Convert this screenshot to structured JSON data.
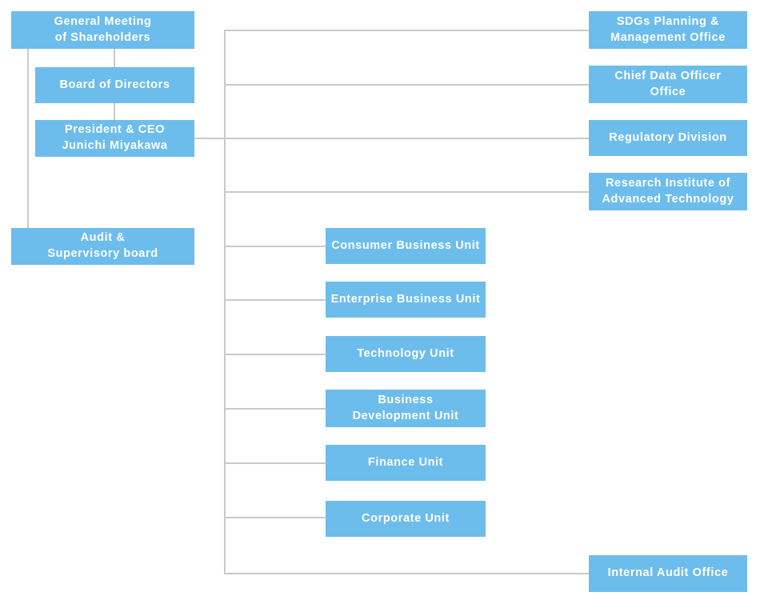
{
  "diagram": {
    "title": "Organization Chart",
    "colors": {
      "node_fill": "#6dbdec",
      "node_text": "#ffffff",
      "connector": "#c9c9c9",
      "background": "#ffffff"
    }
  },
  "nodes": {
    "general_meeting": {
      "label": "General Meeting\nof Shareholders"
    },
    "board_of_directors": {
      "label": "Board of Directors"
    },
    "president_ceo": {
      "label": "President & CEO\nJunichi Miyakawa"
    },
    "audit_supervisory_board": {
      "label": "Audit &\nSupervisory board"
    },
    "sdgs_office": {
      "label": "SDGs Planning &\nManagement Office"
    },
    "chief_data_officer_office": {
      "label": "Chief Data Officer\nOffice"
    },
    "regulatory_division": {
      "label": "Regulatory Division"
    },
    "research_institute": {
      "label": "Research Institute of\nAdvanced Technology"
    },
    "consumer_business_unit": {
      "label": "Consumer Business Unit"
    },
    "enterprise_business_unit": {
      "label": "Enterprise Business Unit"
    },
    "technology_unit": {
      "label": "Technology Unit"
    },
    "business_development_unit": {
      "label": "Business\nDevelopment Unit"
    },
    "finance_unit": {
      "label": "Finance Unit"
    },
    "corporate_unit": {
      "label": "Corporate Unit"
    },
    "internal_audit_office": {
      "label": "Internal Audit Office"
    }
  }
}
